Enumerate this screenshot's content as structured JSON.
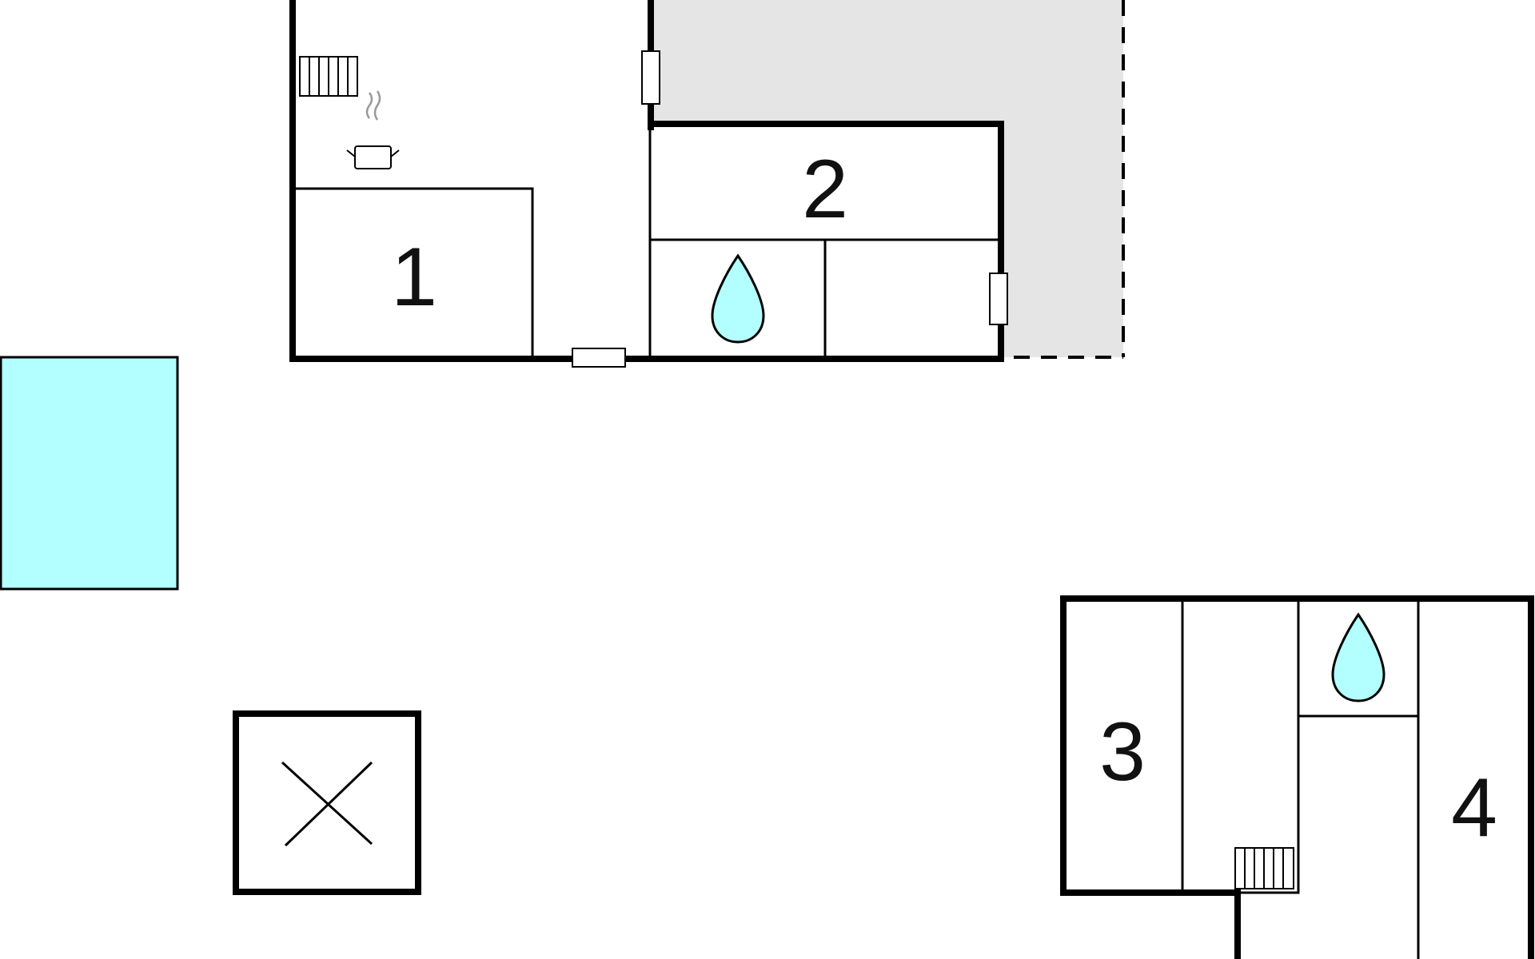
{
  "floor_plan": {
    "rooms": [
      {
        "number": "1"
      },
      {
        "number": "2"
      },
      {
        "number": "3"
      },
      {
        "number": "4"
      }
    ],
    "symbols": {
      "bathroom": "water-drop-icon",
      "kitchen": "cooking-pot-icon",
      "heating": "radiator-icon",
      "door": "door-icon",
      "exterior_feature": "pool",
      "marked_square": "cross-box"
    },
    "colors": {
      "wall": "#000000",
      "water": "#B3FFFF",
      "covered_area": "#E5E5E5",
      "steam": "#999999",
      "background": "#FFFFFF"
    }
  }
}
